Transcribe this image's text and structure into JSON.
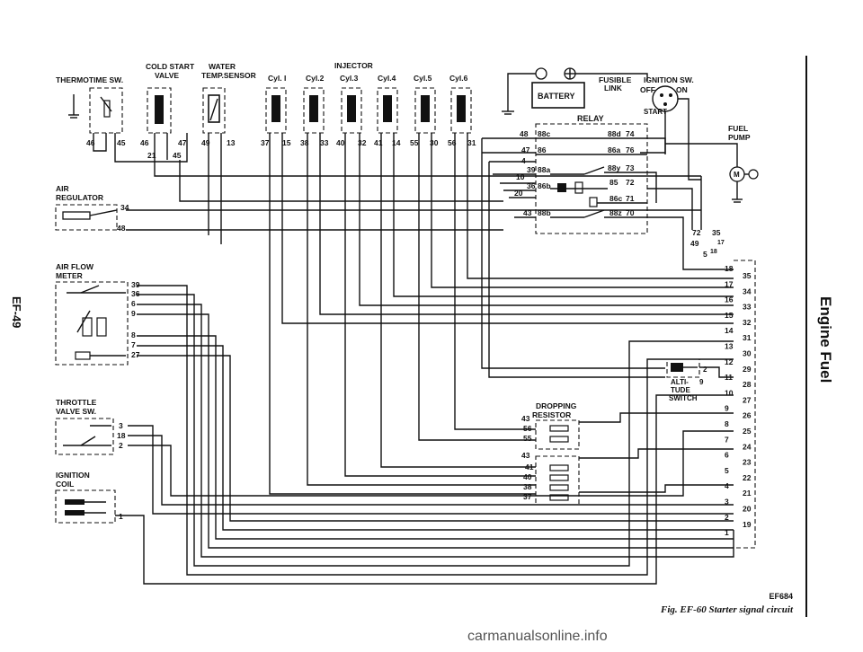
{
  "header_labels": {
    "thermotime_sw": "THERMOTIME SW.",
    "cold_start_line1": "COLD START",
    "cold_start_line2": "VALVE",
    "water_line1": "WATER",
    "water_line2": "TEMP.SENSOR",
    "injector": "INJECTOR",
    "cyl1": "Cyl. I",
    "cyl2": "Cyl.2",
    "cyl3": "Cyl.3",
    "cyl4": "Cyl.4",
    "cyl5": "Cyl.5",
    "cyl6": "Cyl.6"
  },
  "top_pins": [
    "46",
    "45",
    "46",
    "47",
    "21",
    "45",
    "49",
    "13",
    "37",
    "15",
    "38",
    "33",
    "40",
    "32",
    "41",
    "14",
    "55",
    "30",
    "56",
    "31"
  ],
  "components": {
    "battery": "BATTERY",
    "fusible_line1": "FUSIBLE",
    "fusible_line2": "LINK",
    "ignition_sw": "IGNITION SW.",
    "off": "OFF",
    "on": "ON",
    "start": "START",
    "relay": "RELAY",
    "fuel_pump_line1": "FUEL",
    "fuel_pump_line2": "PUMP",
    "air_regulator_line1": "AIR",
    "air_regulator_line2": "REGULATOR",
    "air_flow_line1": "AIR FLOW",
    "air_flow_line2": "METER",
    "throttle_line1": "THROTTLE",
    "throttle_line2": "VALVE SW.",
    "ignition_coil_line1": "IGNITION",
    "ignition_coil_line2": "COIL",
    "dropping_line1": "DROPPING",
    "dropping_line2": "RESISTOR",
    "alti_line1": "ALTI-",
    "alti_line2": "TUDE",
    "alti_line3": "SWITCH"
  },
  "relay_left": [
    "48",
    "47",
    "4",
    "39",
    "10",
    "36",
    "20",
    "43"
  ],
  "relay_inner": [
    "88c",
    "86",
    "88a",
    "86b",
    "88b"
  ],
  "relay_right": [
    "88d",
    "74",
    "86a",
    "76",
    "88y",
    "73",
    "85",
    "72",
    "86c",
    "71",
    "88z",
    "70"
  ],
  "air_regulator_pins": [
    "34",
    "48"
  ],
  "afm_pins": [
    "39",
    "36",
    "6",
    "9",
    "8",
    "7",
    "27"
  ],
  "throttle_pins": [
    "3",
    "18",
    "2"
  ],
  "coil_pins": [
    "1"
  ],
  "dropping_pins": [
    "43",
    "56",
    "55",
    "43",
    "41",
    "40",
    "38",
    "37"
  ],
  "alti_pins": [
    "2",
    "9"
  ],
  "connector_top": [
    "72",
    "35",
    "49",
    "17",
    "5",
    "18"
  ],
  "connector_left": [
    "18",
    "17",
    "16",
    "15",
    "14",
    "13",
    "12",
    "11",
    "10",
    "9",
    "8",
    "7",
    "6",
    "5",
    "4",
    "3",
    "2",
    "1"
  ],
  "connector_right": [
    "35",
    "34",
    "33",
    "32",
    "31",
    "30",
    "29",
    "28",
    "27",
    "26",
    "25",
    "24",
    "23",
    "22",
    "21",
    "20",
    "19"
  ],
  "figure_code": "EF684",
  "caption": "Fig. EF-60 Starter signal circuit",
  "side_title": "Engine Fuel",
  "page_number": "EF-49",
  "watermark": "carmanualsonline.info"
}
